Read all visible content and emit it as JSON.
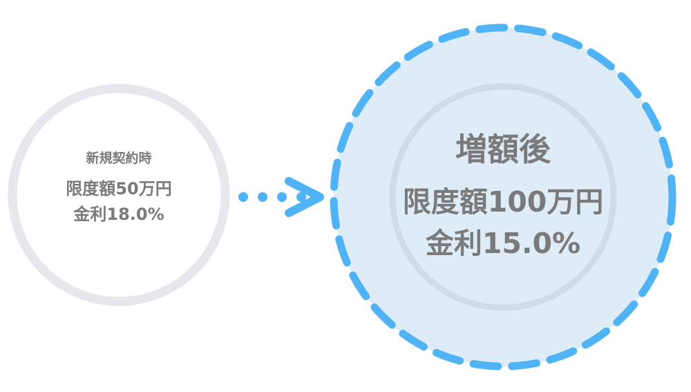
{
  "colors": {
    "gray_ring": "#e6e7ec",
    "blue_dash": "#4fb3f5",
    "blue_fill": "#ddecf7",
    "inner_ring": "#cfdce6",
    "text": "#7a7a7a"
  },
  "before": {
    "title": "新規契約時",
    "limit": "限度額50万円",
    "rate": "金利18.0%"
  },
  "after": {
    "title": "増額後",
    "limit": "限度額100万円",
    "rate": "金利15.0%"
  },
  "connector": {
    "icon": "dotted-arrow-icon"
  }
}
